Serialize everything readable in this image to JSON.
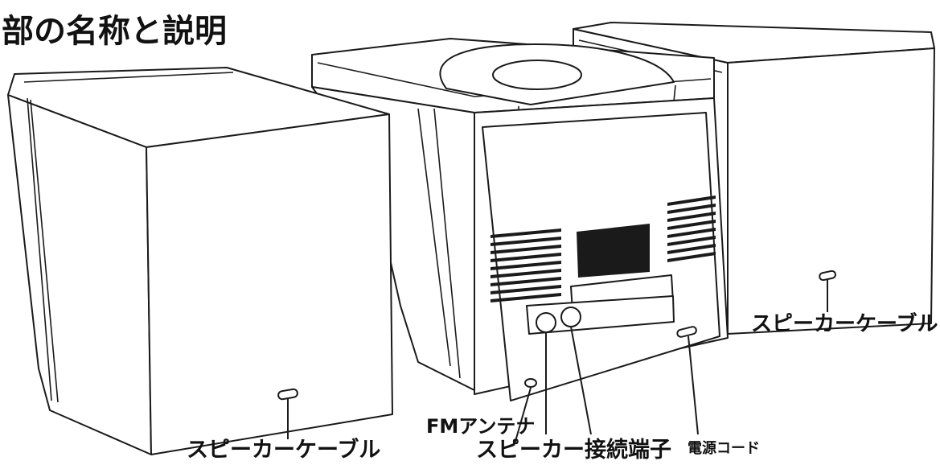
{
  "title": "部の名称と説明",
  "labels": {
    "speaker_cable_left": "スピーカーケーブル",
    "speaker_cable_right": "スピーカーケーブル",
    "fm_antenna": "FMアンテナ",
    "speaker_terminal": "スピーカー接続端子",
    "power_cord": "電源コード"
  }
}
